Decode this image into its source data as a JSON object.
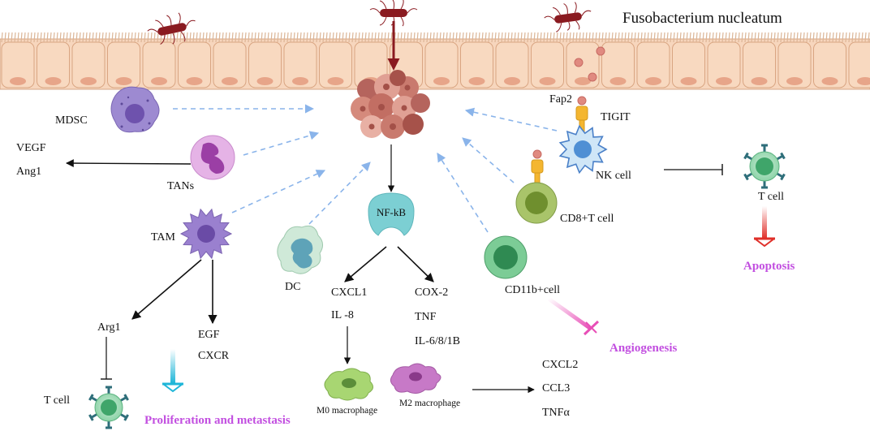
{
  "title": "Fusobacterium nucleatum",
  "cells": {
    "mdsc": "MDSC",
    "tans": "TANs",
    "tam": "TAM",
    "dc": "DC",
    "nk": "NK cell",
    "cd8": "CD8+T cell",
    "cd11b": "CD11b+cell",
    "t_cell_right": "T cell",
    "t_cell_left": "T cell",
    "m0": "M0 macrophage",
    "m2": "M2 macrophage"
  },
  "factors": {
    "vegf": "VEGF",
    "ang1": "Ang1",
    "arg1": "Arg1",
    "egf": "EGF",
    "cxcr": "CXCR",
    "nfkb": "NF-kB",
    "cxcl1": "CXCL1",
    "il8": "IL -8",
    "cox2": "COX-2",
    "tnf": "TNF",
    "il6": "IL-6/8/1B",
    "cxcl2": "CXCL2",
    "ccl3": "CCL3",
    "tnfa": "TNFα",
    "fap2": "Fap2",
    "tigit": "TIGIT"
  },
  "outcomes": {
    "apoptosis": "Apoptosis",
    "angiogenesis": "Angiogenesis",
    "proliferation": "Proliferation and metastasis"
  },
  "colors": {
    "epithelium": "#f6d1b4",
    "epithelium_nucleus": "#e9a88a",
    "bacterium": "#8a1a20",
    "tumor": "#c77a6e",
    "purple_outcome": "#c24fe0",
    "dashed_arrow": "#8ab4ea",
    "nfkb": "#7ccfd3",
    "cd11b": "#4fb877",
    "cd8": "#8bab49",
    "tcell": "#3fa56a"
  }
}
